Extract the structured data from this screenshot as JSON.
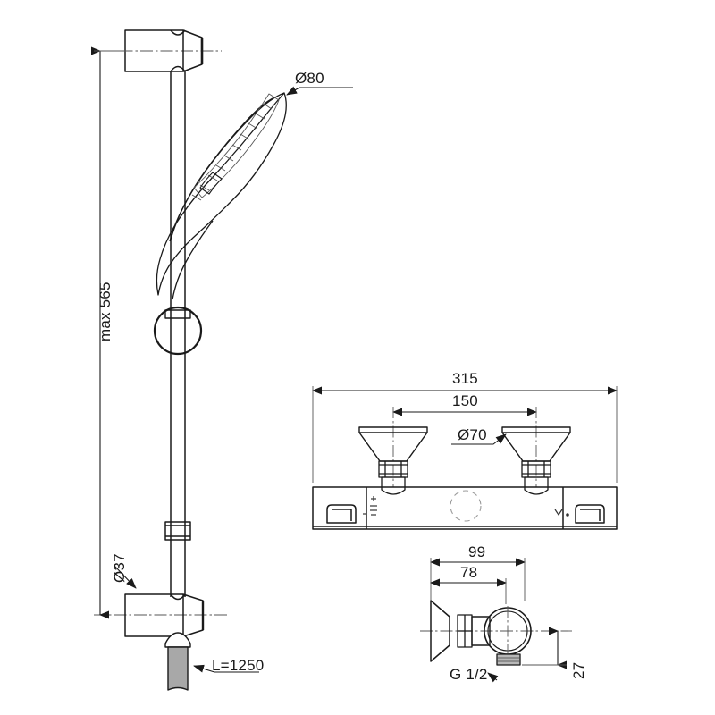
{
  "drawing": {
    "title": "Shower rail set and thermostatic bath/shower mixer technical drawing",
    "units": "mm",
    "line_color": "#1a1a1a",
    "hose_fill": "#a8a8a8"
  },
  "views": {
    "rail_set": {
      "name": "Shower rail set elevation",
      "components": [
        "top-rail-bracket",
        "shower-rail",
        "hand-shower-head",
        "slider-holder",
        "rail-collar",
        "bottom-rail-bracket",
        "shower-hose"
      ]
    },
    "mixer": {
      "name": "Thermostatic mixer front elevation",
      "components": [
        "mixer-body",
        "left-inlet-cone",
        "right-inlet-cone",
        "left-lever-handle",
        "right-lever-handle",
        "temperature-marking",
        "flow-marking",
        "outlet-circle"
      ]
    },
    "wall_bracket": {
      "name": "Wall elbow bracket side elevation",
      "components": [
        "wall-flange",
        "hex-nut",
        "ring-holder",
        "outlet-thread"
      ]
    }
  },
  "dimensions": {
    "shower_head_dia": "Ø80",
    "rail_max_height": "max 565",
    "rail_bracket_dia": "Ø37",
    "hose_length": "L=1250",
    "mixer_overall_width": "315",
    "mixer_inlet_centres": "150",
    "mixer_inlet_cone_dia": "Ø70",
    "bracket_overall_depth": "99",
    "bracket_flange_depth": "78",
    "bracket_outlet_offset": "27",
    "bracket_thread": "G 1/2"
  }
}
